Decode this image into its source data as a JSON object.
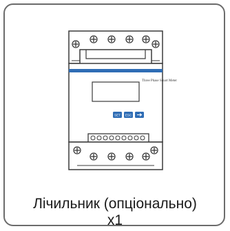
{
  "product": {
    "device_label": "Three Phase Smart Meter",
    "buttons": {
      "set": "SET",
      "esc": "ESC",
      "arrow_icon": "arrow-right-icon"
    },
    "caption_line1": "Лічильник (опціонально)",
    "caption_line2": "x1"
  },
  "colors": {
    "border": "#6b6b6b",
    "band": "#2f6db5",
    "button": "#2f6db5",
    "outline": "#3a3a3a"
  }
}
